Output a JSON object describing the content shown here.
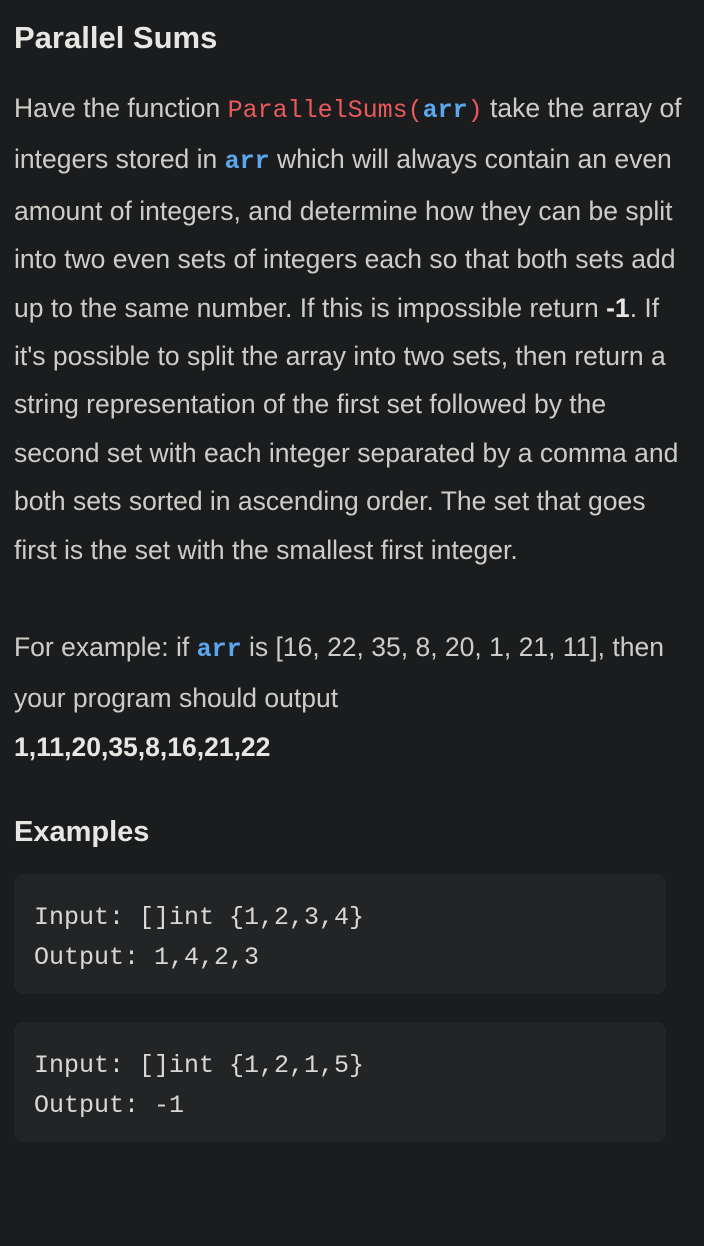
{
  "title": "Parallel Sums",
  "description": {
    "t1": "Have the function ",
    "fn_name": "ParallelSums",
    "fn_paren_open": "(",
    "fn_arg": "arr",
    "fn_paren_close": ")",
    "t2": " take the array of integers stored in ",
    "arg_ref": "arr",
    "t3": " which will always contain an even amount of integers, and determine how they can be split into two even sets of integers each so that both sets add up to the same number. If this is impossible return ",
    "neg_one": "-1",
    "t4": ". If it's possible to split the array into two sets, then return a string representation of the first set followed by the second set with each integer separated by a comma and both sets sorted in ascending order. The set that goes first is the set with the smallest first integer."
  },
  "example": {
    "t1": "For example: if ",
    "arg_ref": "arr",
    "t2": " is [16, 22, 35, 8, 20, 1, 21, 11], then your program should output",
    "answer": "1,11,20,35,8,16,21,22"
  },
  "examples_heading": "Examples",
  "examples": [
    {
      "input": "Input: []int {1,2,3,4}",
      "output": "Output: 1,4,2,3"
    },
    {
      "input": "Input: []int {1,2,1,5}",
      "output": "Output: -1"
    }
  ]
}
